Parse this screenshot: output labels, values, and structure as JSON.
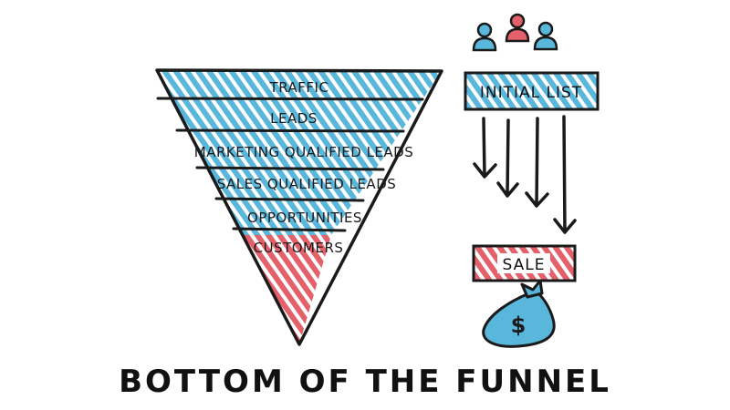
{
  "funnel": {
    "stages": [
      "TRAFFIC",
      "LEADS",
      "MARKETING QUALIFIED LEADS",
      "SALES QUALIFIED LEADS",
      "OPPORTUNITIES",
      "CUSTOMERS"
    ]
  },
  "side": {
    "initial_list": "INITIAL LIST",
    "sale": "SALE",
    "money_symbol": "$"
  },
  "title": "BOTTOM OF THE FUNNEL",
  "colors": {
    "blue": "#5ab7dc",
    "red": "#e4606a",
    "ink": "#1a1a1a"
  },
  "icons": [
    "person-icon",
    "person-icon",
    "person-icon",
    "money-bag-icon",
    "down-arrow-icon"
  ]
}
